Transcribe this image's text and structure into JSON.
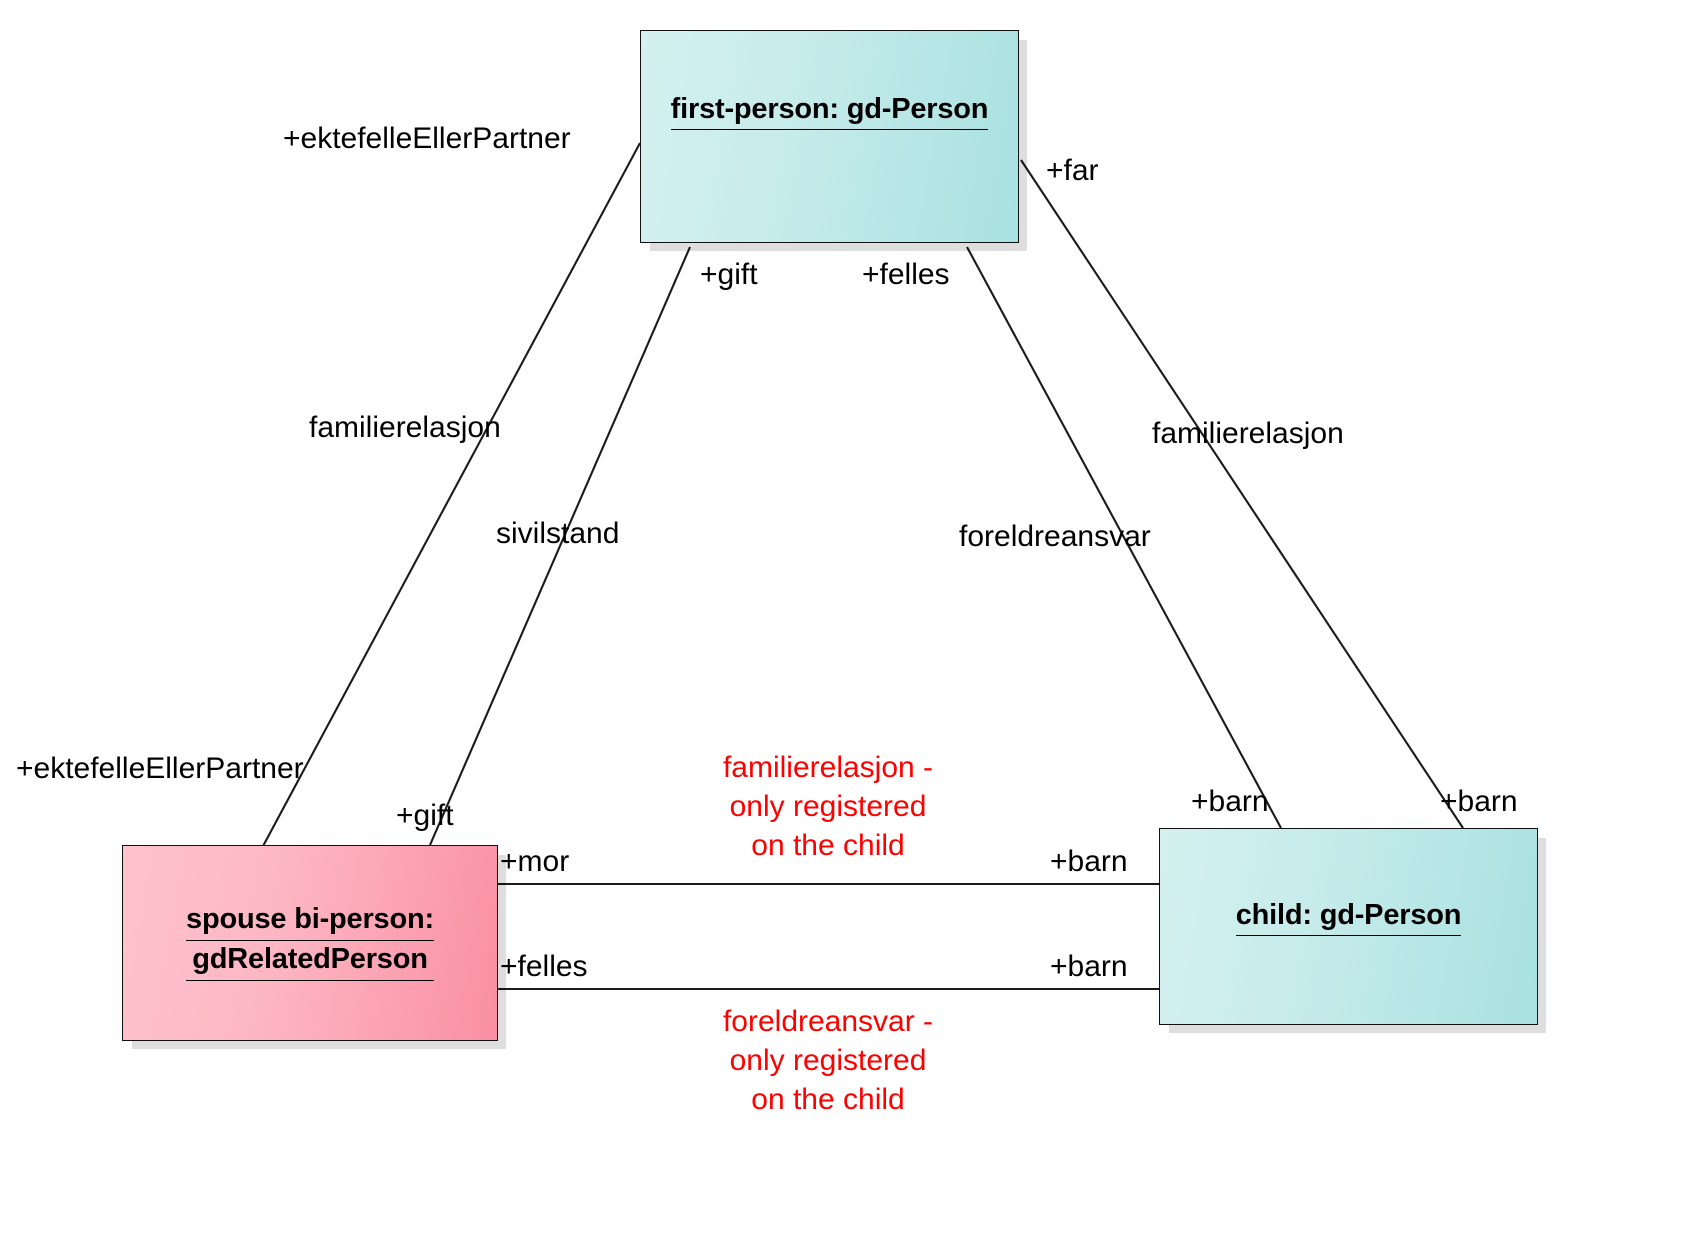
{
  "diagram": {
    "type": "uml-object-diagram",
    "background": "#ffffff",
    "colors": {
      "person_box_fill": "#c7eceb",
      "related_person_box_fill": "#fbaabb",
      "box_border": "#111111",
      "edge_line": "#1a1a1a",
      "note_text": "#ff0000",
      "label_text": "#000000"
    },
    "boxes": [
      {
        "id": "first-person",
        "title_lines": [
          "first-person: gd-Person"
        ],
        "fill": "cyan"
      },
      {
        "id": "spouse",
        "title_lines": [
          "spouse bi-person:",
          "gdRelatedPerson"
        ],
        "fill": "pink"
      },
      {
        "id": "child",
        "title_lines": [
          "child: gd-Person"
        ],
        "fill": "cyan"
      }
    ],
    "labels": {
      "ektefelle_top": "+ektefelleEllerPartner",
      "familierelasjon_left": "familierelasjon",
      "ektefelle_bottom": "+ektefelleEllerPartner",
      "gift_top": "+gift",
      "sivilstand": "sivilstand",
      "gift_bottom": "+gift",
      "felles_top": "+felles",
      "foreldreansvar_right": "foreldreansvar",
      "far": "+far",
      "familierelasjon_right": "familierelasjon",
      "barn_outer_right": "+barn",
      "barn_inner_right": "+barn",
      "mor": "+mor",
      "barn_mid_upper": "+barn",
      "felles_bottom": "+felles",
      "barn_mid_lower": "+barn"
    },
    "notes": {
      "familierelasjon_note": "familierelasjon - only registered on the child",
      "foreldreansvar_note": "foreldreansvar - only registered on the child"
    },
    "note_lines": {
      "familierelasjon": [
        "familierelasjon -",
        "only registered",
        "on the child"
      ],
      "foreldreansvar": [
        "foreldreansvar -",
        "only registered",
        "on the child"
      ]
    }
  }
}
